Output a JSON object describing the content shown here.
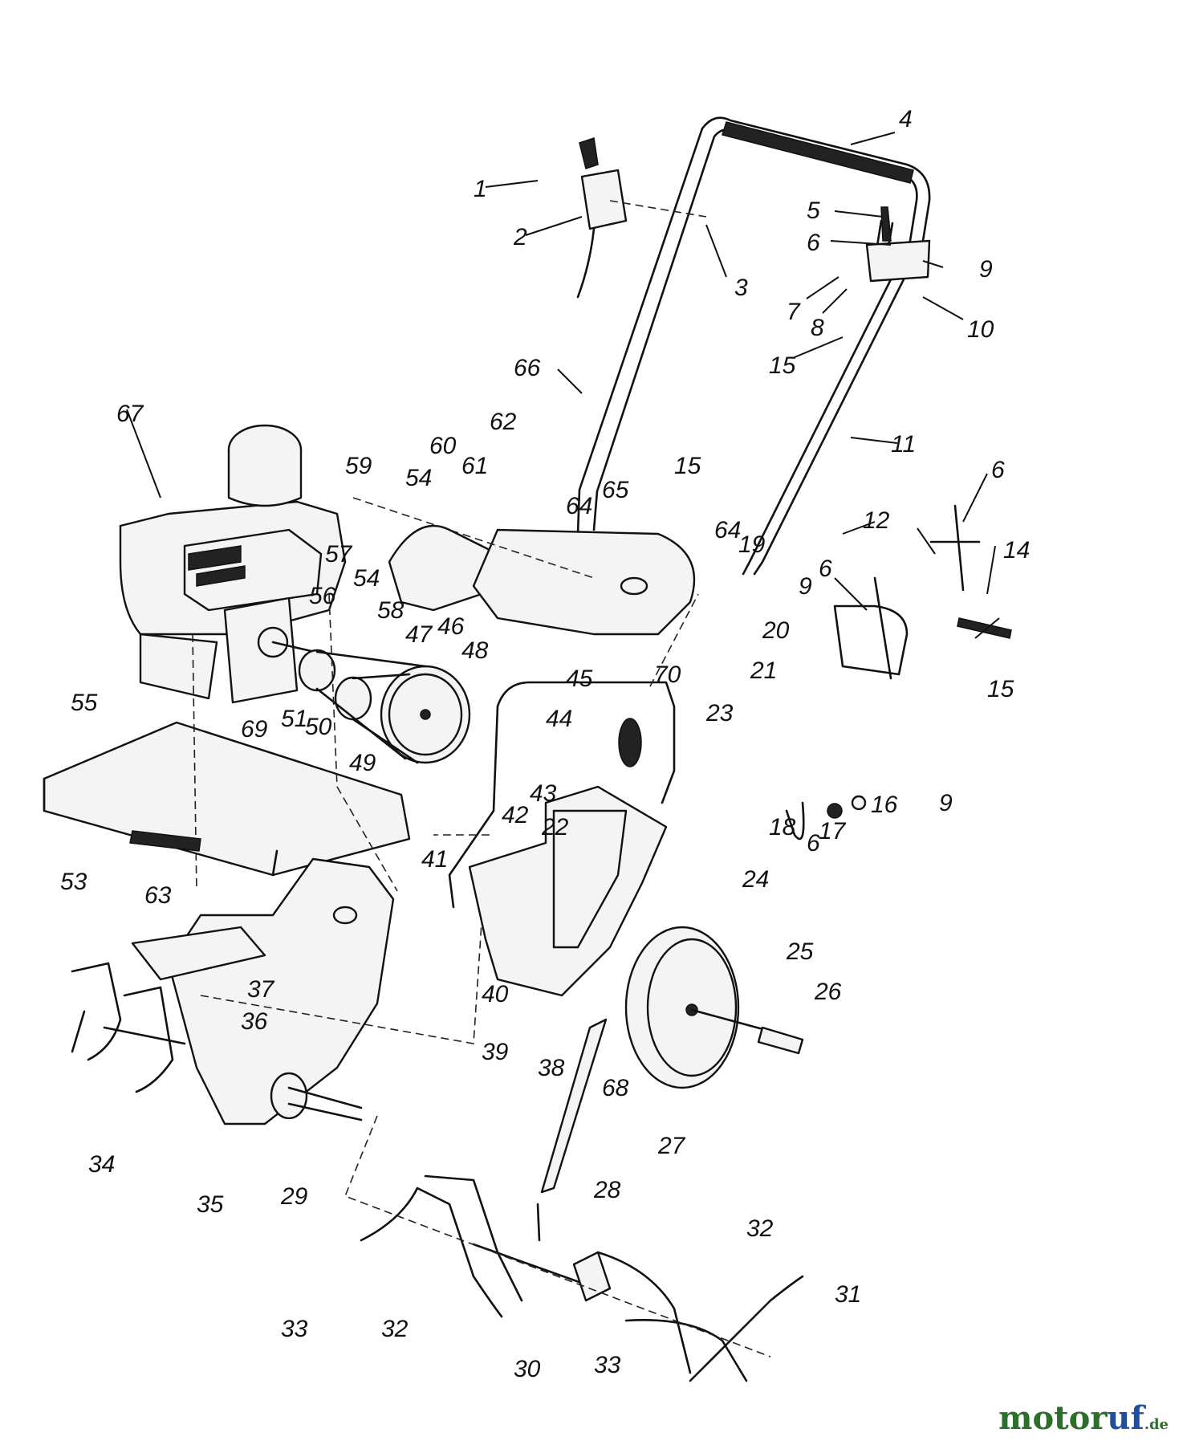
{
  "brand": {
    "part1": "motor",
    "part2": "uf",
    "tld": ".de"
  },
  "callouts": [
    "1",
    "2",
    "3",
    "4",
    "5",
    "6",
    "7",
    "8",
    "9",
    "10",
    "11",
    "12",
    "14",
    "15",
    "16",
    "17",
    "18",
    "19",
    "20",
    "21",
    "22",
    "23",
    "24",
    "25",
    "26",
    "27",
    "28",
    "29",
    "30",
    "31",
    "32",
    "33",
    "34",
    "35",
    "36",
    "37",
    "38",
    "39",
    "40",
    "41",
    "42",
    "43",
    "44",
    "45",
    "46",
    "47",
    "48",
    "49",
    "50",
    "51",
    "53",
    "54",
    "55",
    "56",
    "57",
    "58",
    "59",
    "60",
    "61",
    "62",
    "63",
    "64",
    "65",
    "66",
    "67",
    "68",
    "69",
    "70"
  ]
}
